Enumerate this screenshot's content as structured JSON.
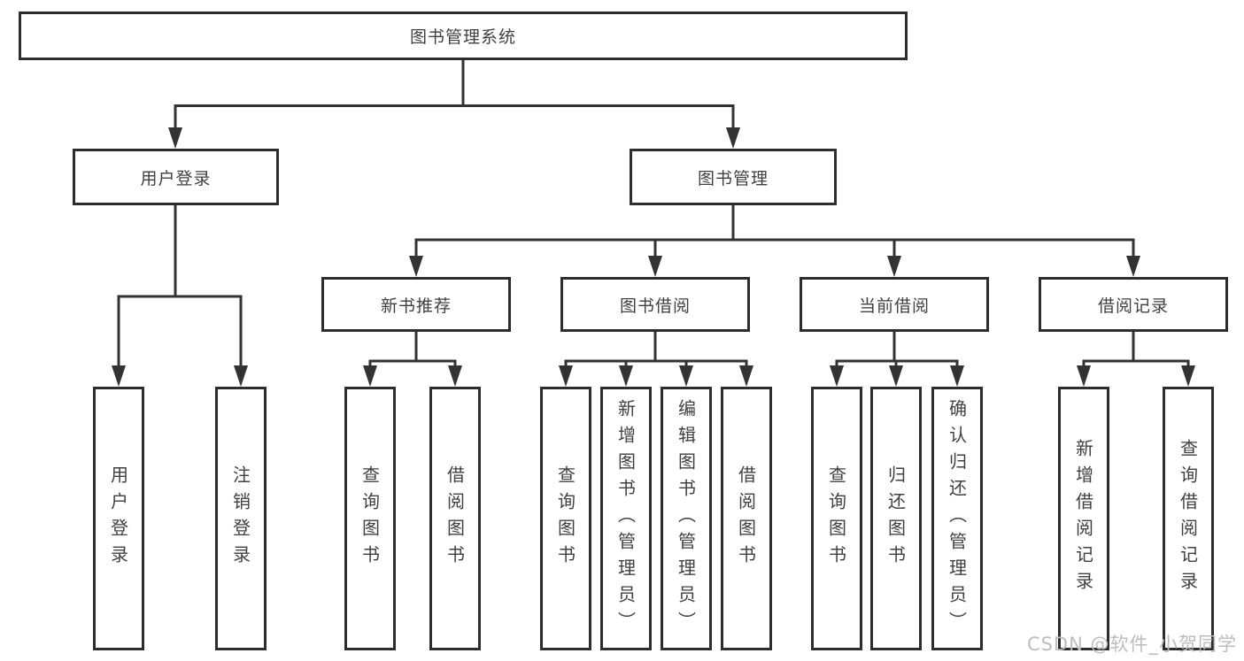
{
  "title": "图书管理系统",
  "nodes": {
    "root": "图书管理系统",
    "user_login": "用户登录",
    "book_mgmt": "图书管理",
    "new_book_rec": "新书推荐",
    "book_borrow": "图书借阅",
    "current_borrow": "当前借阅",
    "borrow_record": "借阅记录",
    "leaf_user_login": "用户登录",
    "leaf_logout": "注销登录",
    "leaf_query_book_1": "查询图书",
    "leaf_borrow_book_1": "借阅图书",
    "leaf_query_book_2": "查询图书",
    "leaf_add_book": "新增图书（管理员）",
    "leaf_edit_book": "编辑图书（管理员）",
    "leaf_borrow_book_2": "借阅图书",
    "leaf_query_book_3": "查询图书",
    "leaf_return_book": "归还图书",
    "leaf_confirm_return": "确认归还（管理员）",
    "leaf_add_record": "新增借阅记录",
    "leaf_query_record": "查询借阅记录"
  },
  "watermark": "CSDN @软件_小贺同学",
  "colors": {
    "line": "#333333",
    "box_border": "#2d2d2d",
    "box_bg": "#ffffff",
    "text": "#404040",
    "watermark": "#bdbdbd"
  }
}
